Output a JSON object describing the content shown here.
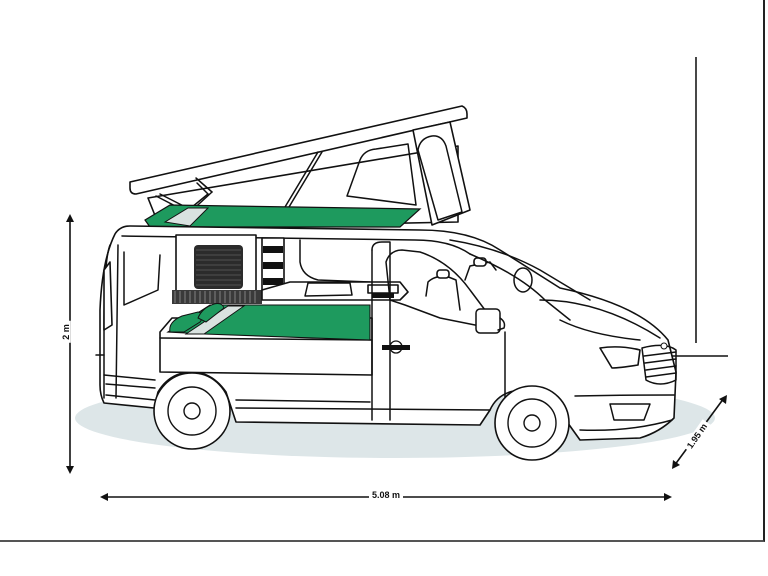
{
  "diagram": {
    "subject": "Pop-top campervan cutaway illustration with dimensions",
    "colors": {
      "accent_green": "#1e9a5e",
      "shadow": "#dde6e8",
      "outline": "#111111",
      "background": "#ffffff"
    },
    "dimensions": {
      "height": {
        "label": "2 m",
        "orientation": "vertical"
      },
      "length": {
        "label": "5.08 m",
        "orientation": "horizontal"
      },
      "width": {
        "label": "1.95 m",
        "orientation": "diagonal"
      }
    },
    "components": [
      "pop-top roof (raised)",
      "upper bed mattress",
      "lower bed mattress with pillows",
      "kitchen unit with sink",
      "storage cabinet (louvred)",
      "sliding side door",
      "driver and passenger seats",
      "rear wheel",
      "front wheel",
      "wing mirror",
      "headlight and grille"
    ]
  }
}
